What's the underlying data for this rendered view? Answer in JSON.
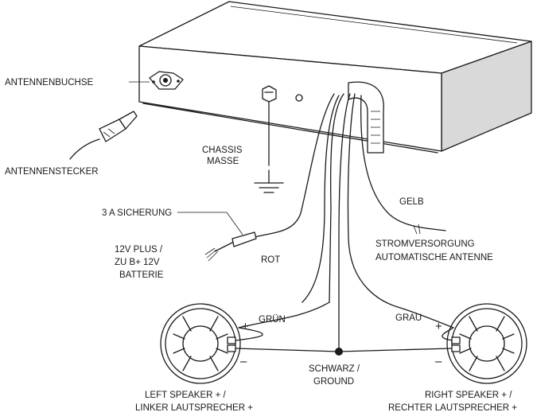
{
  "labels": {
    "antennenbuchse": "ANTENNENBUCHSE",
    "antennenstecker": "ANTENNENSTECKER",
    "chassis": "CHASSIS",
    "masse": "MASSE",
    "sicherung": "3 A SICHERUNG",
    "plus_line1": "12V PLUS /",
    "plus_line2": "ZU B+ 12V",
    "plus_line3": "BATTERIE",
    "rot": "ROT",
    "gelb": "GELB",
    "strom_line1": "STROMVERSORGUNG",
    "strom_line2": "AUTOMATISCHE ANTENNE",
    "gruen": "GRÜN",
    "grau": "GRAU",
    "schwarz_line1": "SCHWARZ /",
    "schwarz_line2": "GROUND",
    "left_line1": "LEFT SPEAKER + /",
    "left_line2": "LINKER LAUTSPRECHER +",
    "right_line1": "RIGHT SPEAKER + /",
    "right_line2": "RECHTER LAUTSPRECHER +",
    "plus_sign": "+",
    "minus_sign": "–"
  }
}
